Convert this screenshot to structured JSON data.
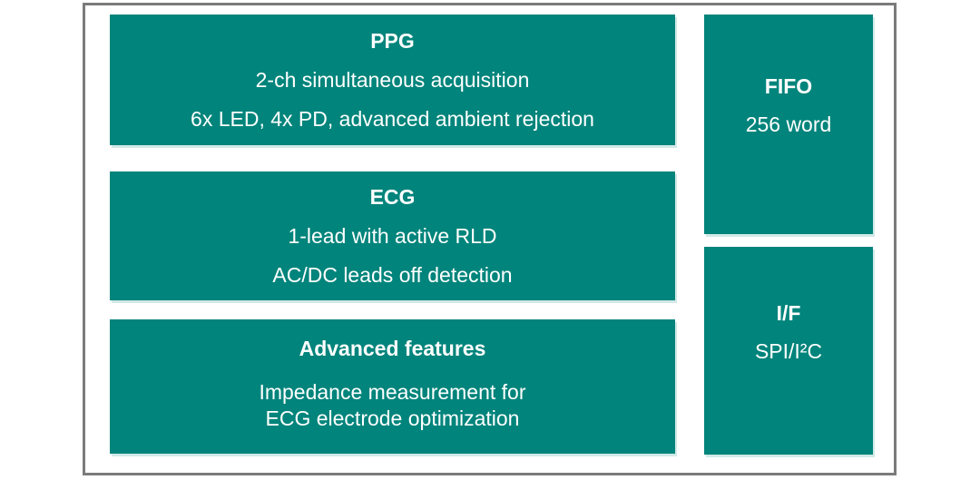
{
  "colors": {
    "box_fill": "#00847b",
    "box_text": "#ffffff",
    "frame_border": "#7b7b7b",
    "background": "#ffffff"
  },
  "boxes": {
    "ppg": {
      "title": "PPG",
      "line1": "2-ch simultaneous acquisition",
      "line2": "6x LED, 4x PD, advanced ambient rejection"
    },
    "ecg": {
      "title": "ECG",
      "line1": "1-lead with active RLD",
      "line2": "AC/DC leads off detection"
    },
    "advanced": {
      "title": "Advanced features",
      "line1": "Impedance measurement for",
      "line2": "ECG electrode optimization"
    },
    "fifo": {
      "title": "FIFO",
      "line1": "256 word"
    },
    "interface": {
      "title": "I/F",
      "line1": "SPI/I²C"
    }
  }
}
